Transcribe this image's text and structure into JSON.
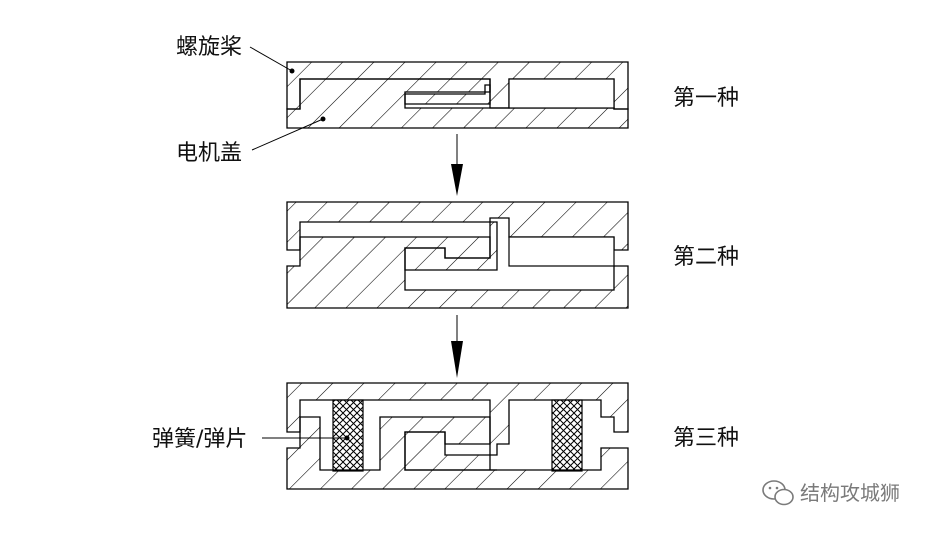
{
  "labels": {
    "propeller": "螺旋桨",
    "motor_cover": "电机盖",
    "spring": "弹簧/弹片"
  },
  "variants": [
    {
      "name": "第一种"
    },
    {
      "name": "第二种"
    },
    {
      "name": "第三种"
    }
  ],
  "watermark": {
    "text": "结构攻城狮",
    "icon": "wechat-icon"
  },
  "colors": {
    "stroke": "#000000",
    "hatch": "#000000",
    "background": "#ffffff",
    "watermark": "#7a7a7a"
  }
}
